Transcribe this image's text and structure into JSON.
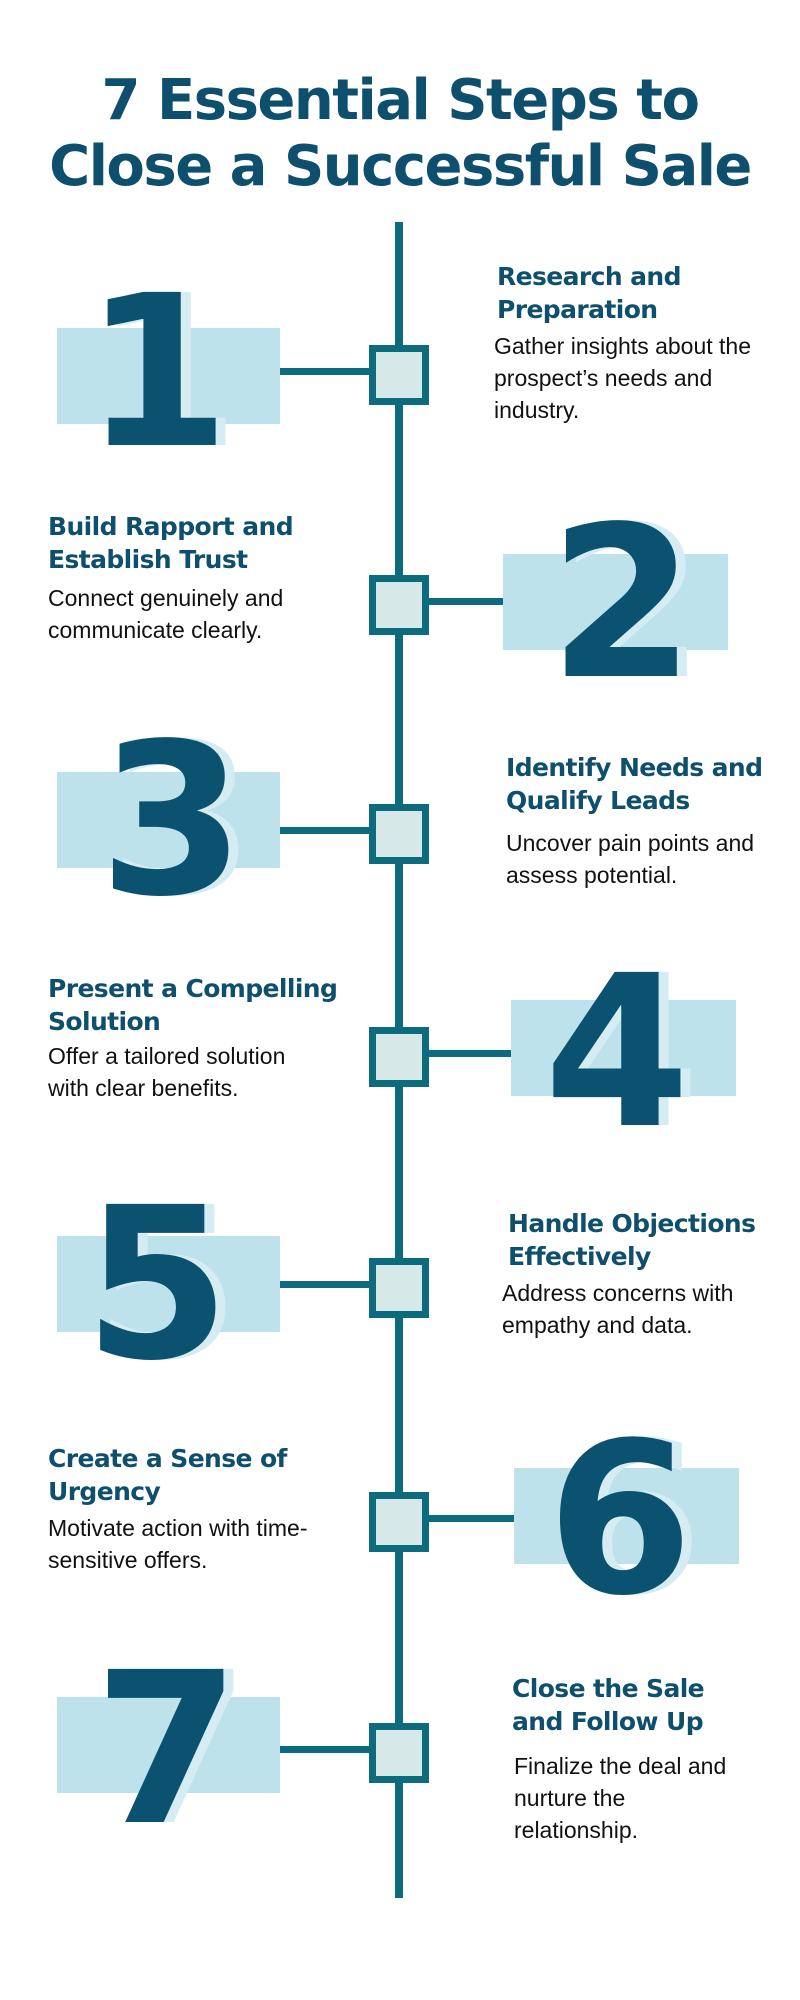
{
  "title": {
    "line1": "7 Essential Steps to",
    "line2": "Close a Successful Sale"
  },
  "colors": {
    "primary": "#0d4f6c",
    "timeline": "#0d6b7e",
    "accent_block": "#bde2ec",
    "node_fill": "#d6e8e8"
  },
  "steps": [
    {
      "number": "1",
      "title_line1": "Research and",
      "title_line2": "Preparation",
      "desc_line1": "Gather insights about the",
      "desc_line2": "prospect’s needs and",
      "desc_line3": "industry."
    },
    {
      "number": "2",
      "title_line1": "Build Rapport and",
      "title_line2": "Establish Trust",
      "desc_line1": "Connect genuinely and",
      "desc_line2": "communicate clearly."
    },
    {
      "number": "3",
      "title_line1": "Identify Needs and",
      "title_line2": "Qualify Leads",
      "desc_line1": "Uncover pain points and",
      "desc_line2": "assess potential."
    },
    {
      "number": "4",
      "title_line1": "Present a Compelling",
      "title_line2": "Solution",
      "desc_line1": "Offer a tailored solution",
      "desc_line2": "with clear benefits."
    },
    {
      "number": "5",
      "title_line1": "Handle Objections",
      "title_line2": "Effectively",
      "desc_line1": "Address concerns with",
      "desc_line2": "empathy and data."
    },
    {
      "number": "6",
      "title_line1": "Create a Sense of",
      "title_line2": "Urgency",
      "desc_line1": "Motivate action with time-",
      "desc_line2": "sensitive offers."
    },
    {
      "number": "7",
      "title_line1": "Close the Sale",
      "title_line2": "and Follow Up",
      "desc_line1": "Finalize the deal and",
      "desc_line2": "nurture the",
      "desc_line3": "relationship."
    }
  ]
}
